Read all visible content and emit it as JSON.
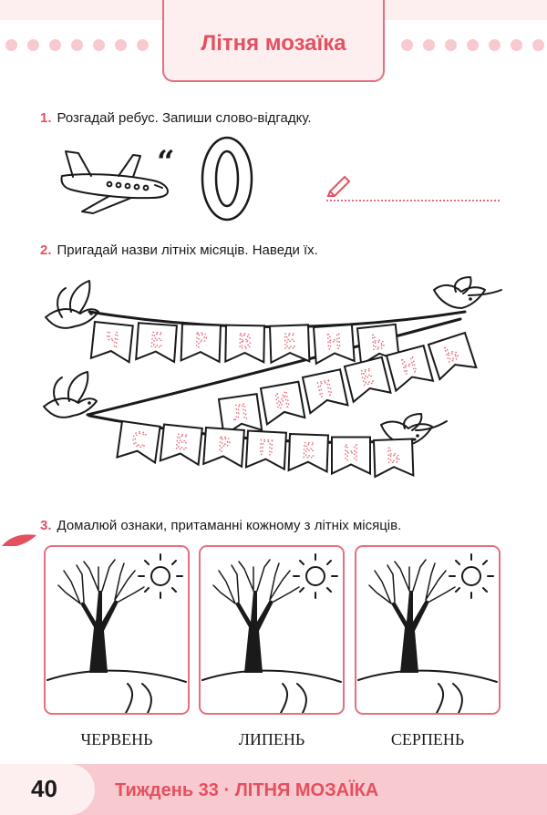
{
  "header": {
    "title": "Літня мозаїка"
  },
  "task1": {
    "number": "1.",
    "text": "Розгадай ребус. Запиши слово-відгадку.",
    "quote_mark": "“",
    "letter": "О"
  },
  "task2": {
    "number": "2.",
    "text": "Пригадай назви літніх місяців. Наведи їх.",
    "garlands": [
      {
        "word": "ЧЕРВЕНЬ",
        "letters": [
          "Ч",
          "Е",
          "Р",
          "В",
          "Е",
          "Н",
          "Ь"
        ]
      },
      {
        "word": "ЛИПЕНЬ",
        "letters": [
          "Л",
          "И",
          "П",
          "Е",
          "Н",
          "Ь"
        ]
      },
      {
        "word": "СЕРПЕНЬ",
        "letters": [
          "С",
          "Е",
          "Р",
          "П",
          "Е",
          "Н",
          "Ь"
        ]
      }
    ]
  },
  "task3": {
    "number": "3.",
    "text": "Домалюй ознаки, притаманні кожному з літніх місяців.",
    "months": [
      "ЧЕРВЕНЬ",
      "ЛИПЕНЬ",
      "СЕРПЕНЬ"
    ]
  },
  "footer": {
    "page_number": "40",
    "week_text": "Тиждень 33 · ЛІТНЯ МОЗАЇКА"
  },
  "colors": {
    "accent": "#e4505f",
    "pink_light": "#fdeef0",
    "pink_mid": "#f8c9cf",
    "frame": "#e4707f"
  }
}
